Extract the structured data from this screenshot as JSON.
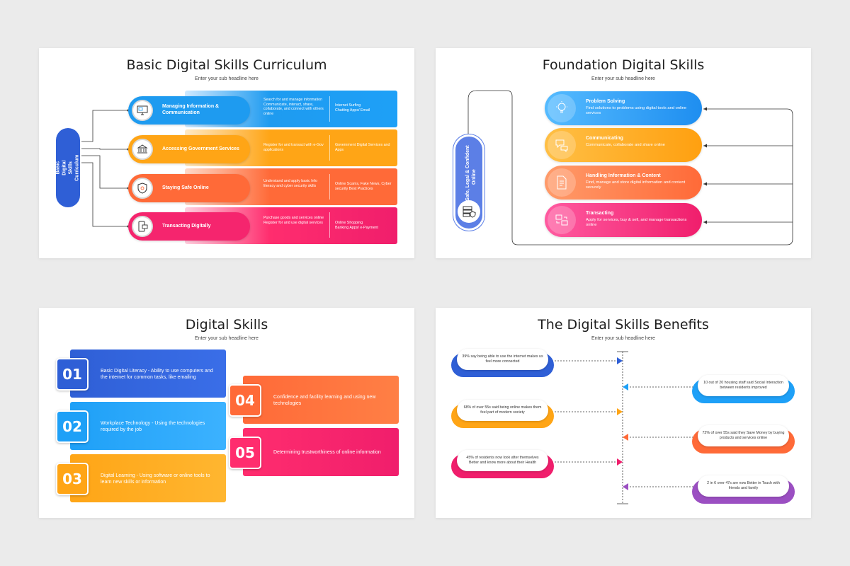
{
  "colors": {
    "blue": "#1e9bf0",
    "orange": "#ffa516",
    "coral": "#ff6a38",
    "pink": "#ff2d6e",
    "purple": "#9b4fc2",
    "navy": "#2f5fd6"
  },
  "slide1": {
    "title": "Basic Digital Skills Curriculum",
    "subtitle": "Enter your sub headline here",
    "vertical_label": "Basic Digital Skills Curriculum",
    "rows": [
      {
        "icon": "computer-icon",
        "label": "Managing Information & Communication",
        "col1": "Search for and manage information\nCommunicate, interact, share, collaborate, and connect with others online",
        "col2": "Internet Surfing\nChatting Apps/ Email"
      },
      {
        "icon": "government-icon",
        "label": "Accessing Government Services",
        "col1": "Register for and transact with e-Gov applications",
        "col2": "Government Digital Services and Apps"
      },
      {
        "icon": "shield-icon",
        "label": "Staying Safe Online",
        "col1": "Understand and apply basic Info literacy and cyber security skills",
        "col2": "Online Scams, Fake News, Cyber security Best Practices"
      },
      {
        "icon": "mobile-payment-icon",
        "label": "Transacting Digitally",
        "col1": "Purchase goods and services online\nRegister for and use digital services",
        "col2": "Online Shopping\nBanking Apps/ e-Payment"
      }
    ]
  },
  "slide2": {
    "title": "Foundation Digital Skills",
    "subtitle": "Enter your sub headline here",
    "vertical_label": "Be Safe, Legal & Confident Online",
    "rows": [
      {
        "icon": "lightbulb-icon",
        "title": "Problem Solving",
        "desc": "Find solutions to problems using digital tools and online services"
      },
      {
        "icon": "chat-icon",
        "title": "Communicating",
        "desc": "Communicate, collaborate and share online"
      },
      {
        "icon": "document-icon",
        "title": "Handling Information & Content",
        "desc": "Find, manage and store digital information and content securely"
      },
      {
        "icon": "transaction-icon",
        "title": "Transacting",
        "desc": "Apply for services, buy & sell, and manage transactions online"
      }
    ]
  },
  "slide3": {
    "title": "Digital Skills",
    "subtitle": "Enter your sub headline here",
    "items": [
      {
        "num": "01",
        "text": "Basic Digital Literacy - Ability to use computers and the internet for common tasks, like emailing"
      },
      {
        "num": "02",
        "text": "Workplace Technology - Using the technologies required by the job"
      },
      {
        "num": "03",
        "text": "Digital Learning - Using software or online tools to learn new skills or information"
      },
      {
        "num": "04",
        "text": "Confidence and facility learning and using new technologies"
      },
      {
        "num": "05",
        "text": "Determining trustworthiness of online information"
      }
    ]
  },
  "slide4": {
    "title": "The Digital Skills Benefits",
    "subtitle": "Enter your sub headline here",
    "stats": [
      "39% say being able to use the internet makes us feel more connected",
      "10 out of 20 housing staff said Social Interaction between residents improved",
      "68% of over 55s said being online makes them feel part of modern society",
      "72% of over 55s said they Save Money by buying products and services online",
      "45% of residents now look after themselves Better and know more about their Health",
      "2 in 6 over 47s are now Better in Touch with friends and family"
    ]
  }
}
